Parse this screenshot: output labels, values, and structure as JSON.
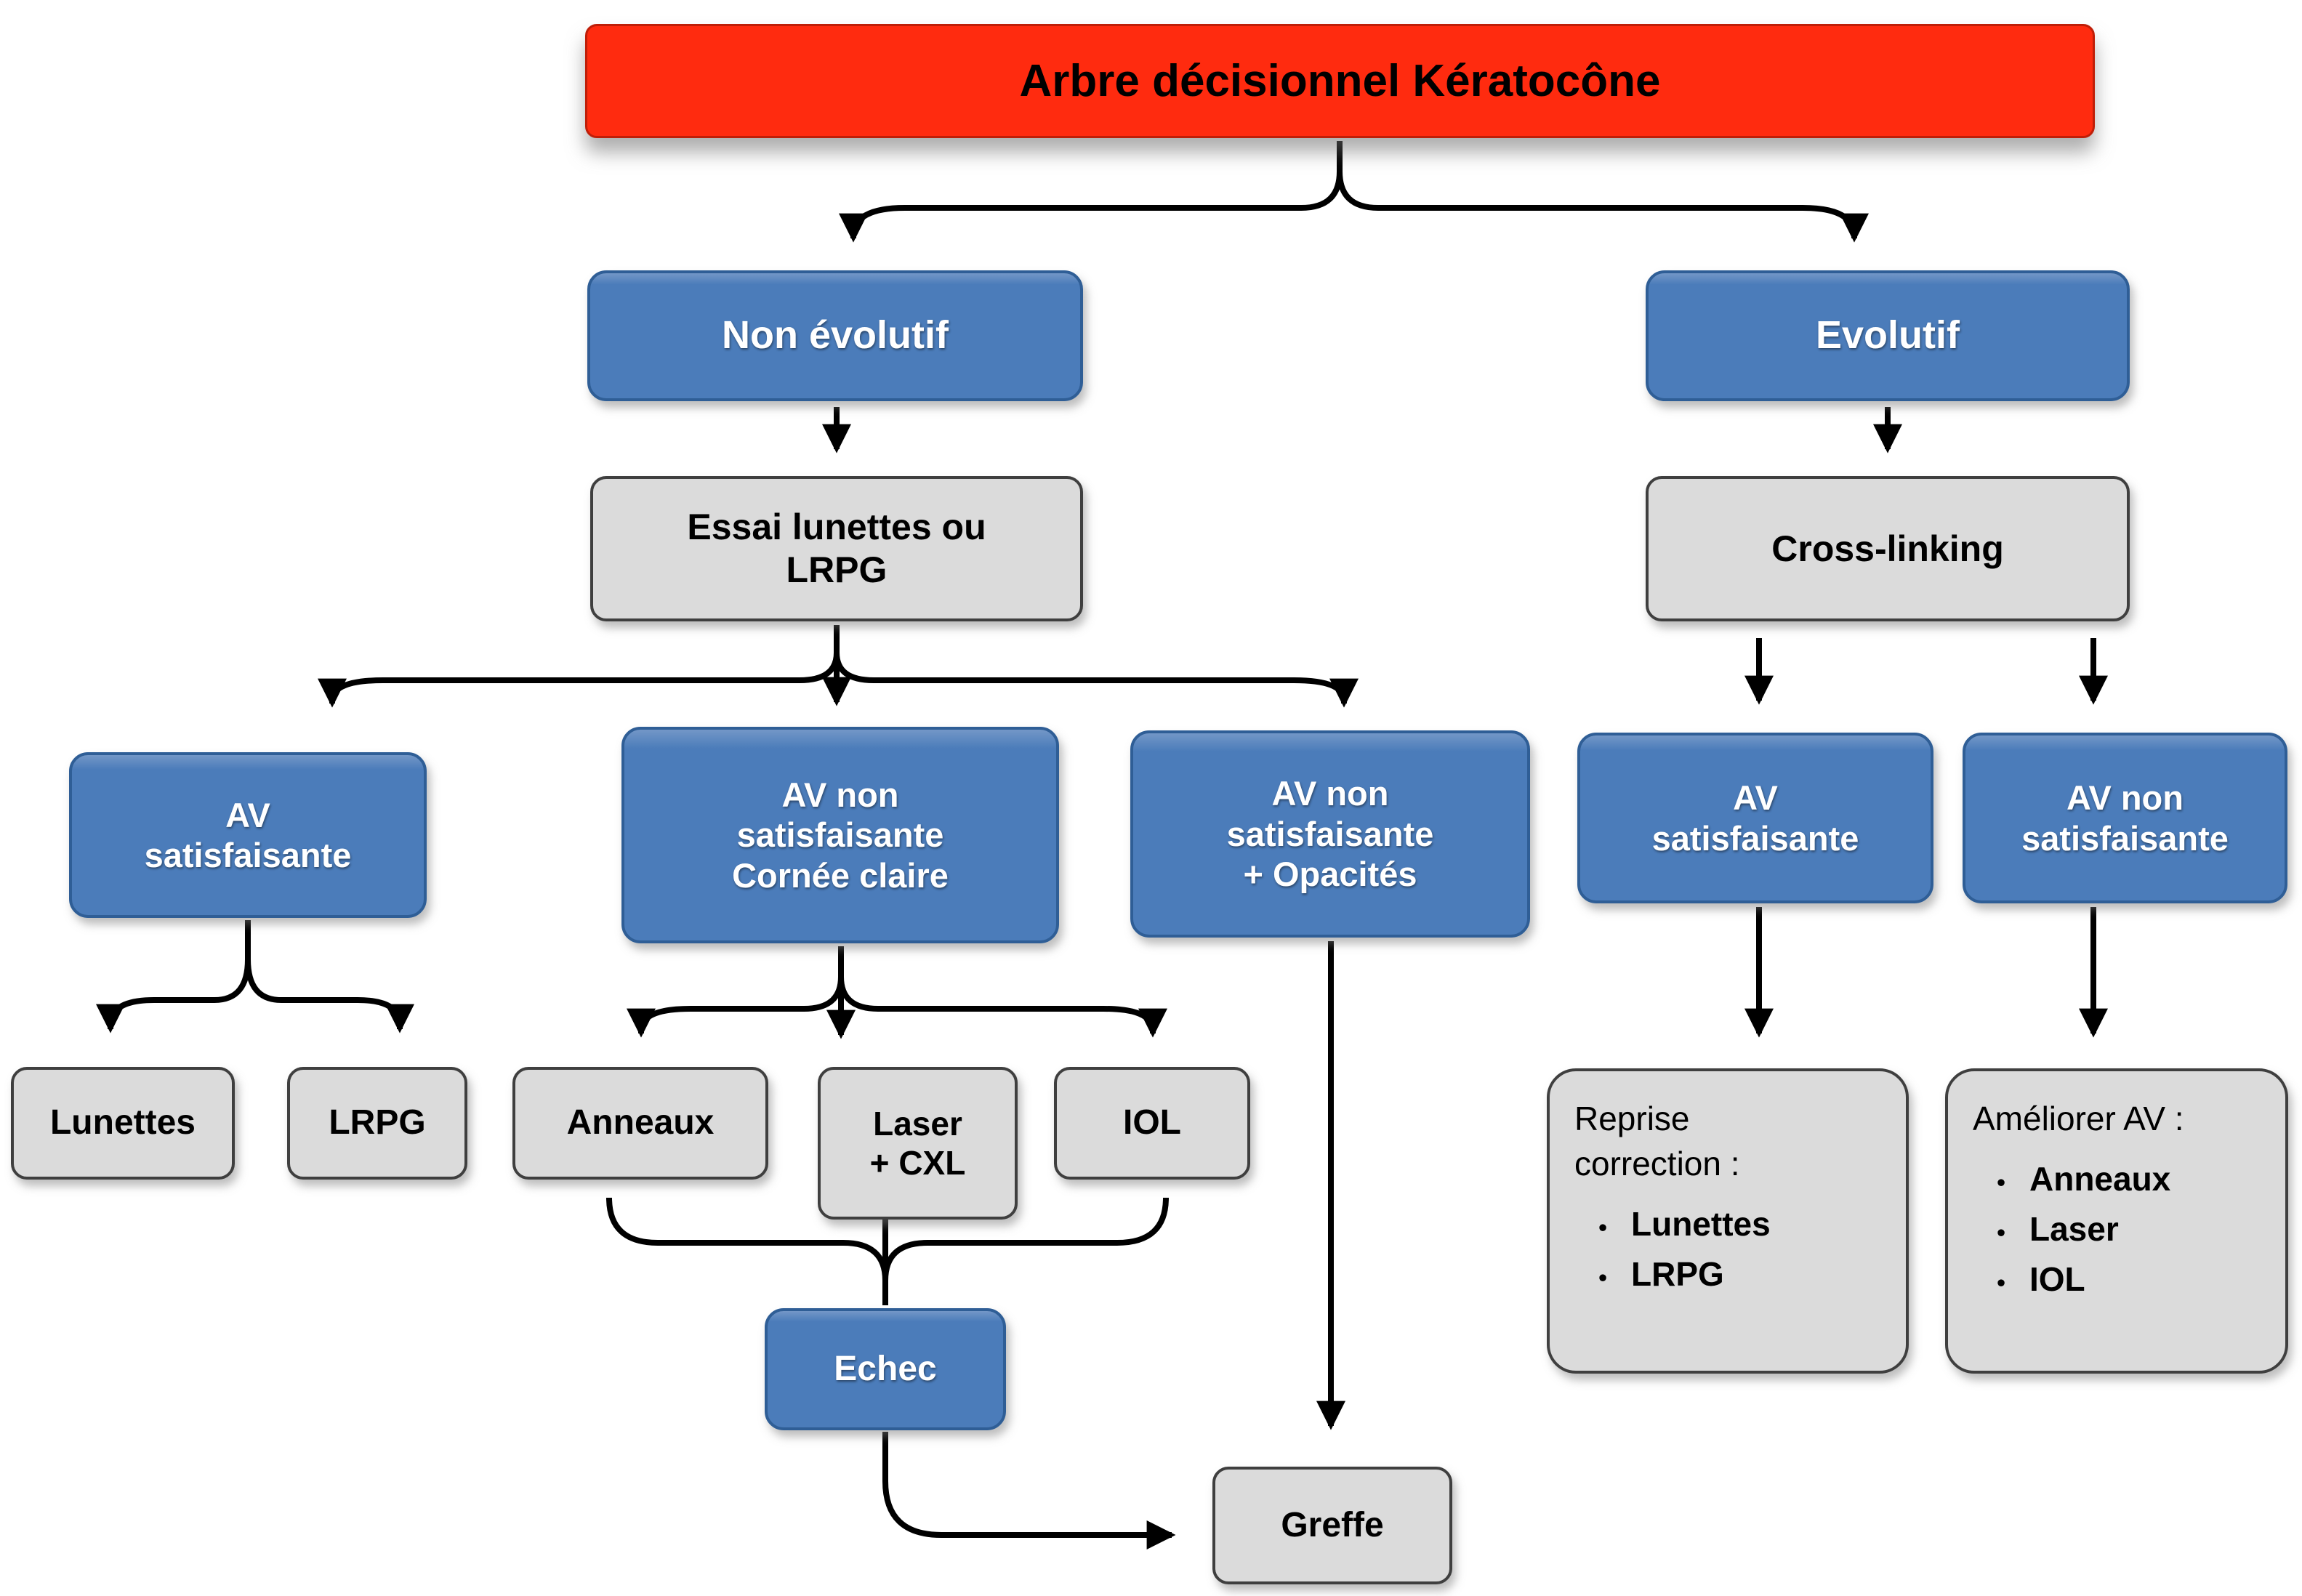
{
  "colors": {
    "title_bg": "#FF2B0F",
    "title_border": "#BF1E08",
    "blue_bg": "#4B7CBA",
    "blue_border": "#2F5E96",
    "gray_bg": "#DBDBDB",
    "gray_border": "#3F3F3F",
    "arrow": "#000000",
    "text_on_blue": "#FFFFFF",
    "text_on_gray": "#000000"
  },
  "title": "Arbre décisionnel Kératocône",
  "nodes": {
    "non_evolutif": "Non évolutif",
    "evolutif": "Evolutif",
    "essai_lunettes": "Essai lunettes ou\nLRPG",
    "cross_linking": "Cross-linking",
    "av_satisfaisante_left": "AV\nsatisfaisante",
    "av_non_sat_cornee": "AV non\nsatisfaisante\nCornée claire",
    "av_non_sat_opacites": "AV non\nsatisfaisante\n+ Opacités",
    "av_satisfaisante_right": "AV\nsatisfaisante",
    "av_non_sat_right": "AV non\nsatisfaisante",
    "lunettes": "Lunettes",
    "lrpg": "LRPG",
    "anneaux": "Anneaux",
    "laser_cxl": "Laser\n+ CXL",
    "iol": "IOL",
    "echec": "Echec",
    "greffe": "Greffe",
    "reprise_correction": {
      "header": "Reprise\ncorrection :",
      "items": [
        "Lunettes",
        "LRPG"
      ]
    },
    "ameliorer_av": {
      "header": "Améliorer AV :",
      "items": [
        "Anneaux",
        "Laser",
        "IOL"
      ]
    }
  }
}
